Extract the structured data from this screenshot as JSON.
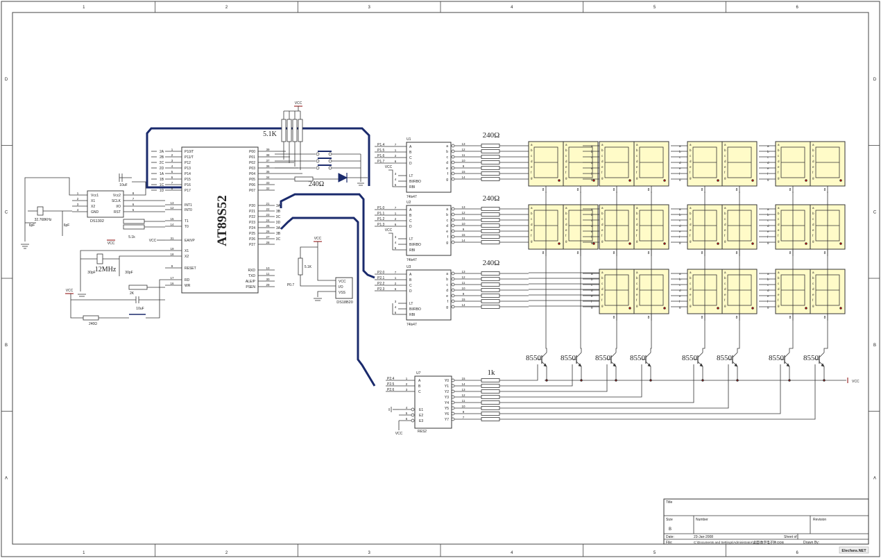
{
  "sheet": {
    "col_labels": [
      "1",
      "2",
      "3",
      "4",
      "5",
      "6"
    ],
    "row_labels": [
      "D",
      "C",
      "B",
      "A"
    ]
  },
  "mcu": {
    "part": "AT89S52",
    "left_pins": [
      {
        "num": "1",
        "name": "P10/T"
      },
      {
        "num": "2",
        "name": "P11/T"
      },
      {
        "num": "3",
        "name": "P12"
      },
      {
        "num": "4",
        "name": "P13"
      },
      {
        "num": "5",
        "name": "P14"
      },
      {
        "num": "6",
        "name": "P15"
      },
      {
        "num": "7",
        "name": "P16"
      },
      {
        "num": "8",
        "name": "P17"
      },
      {
        "num": "13",
        "name": "INT1"
      },
      {
        "num": "12",
        "name": "INT0"
      },
      {
        "num": "15",
        "name": "T1"
      },
      {
        "num": "14",
        "name": "T0"
      },
      {
        "num": "31",
        "name": "EA/VP"
      },
      {
        "num": "19",
        "name": "X1"
      },
      {
        "num": "18",
        "name": "X2"
      },
      {
        "num": "9",
        "name": "RESET"
      },
      {
        "num": "17",
        "name": "RD"
      },
      {
        "num": "16",
        "name": "WR"
      }
    ],
    "right_pins": [
      {
        "num": "39",
        "name": "P00"
      },
      {
        "num": "38",
        "name": "P01"
      },
      {
        "num": "37",
        "name": "P02"
      },
      {
        "num": "36",
        "name": "P03"
      },
      {
        "num": "35",
        "name": "P04"
      },
      {
        "num": "34",
        "name": "P05"
      },
      {
        "num": "33",
        "name": "P06"
      },
      {
        "num": "32",
        "name": "P07"
      },
      {
        "num": "21",
        "name": "P20"
      },
      {
        "num": "22",
        "name": "P21"
      },
      {
        "num": "23",
        "name": "P22"
      },
      {
        "num": "24",
        "name": "P23"
      },
      {
        "num": "25",
        "name": "P24"
      },
      {
        "num": "26",
        "name": "P25"
      },
      {
        "num": "27",
        "name": "P26"
      },
      {
        "num": "28",
        "name": "P27"
      },
      {
        "num": "10",
        "name": "RXD"
      },
      {
        "num": "11",
        "name": "TXD"
      },
      {
        "num": "30",
        "name": "ALE/P"
      },
      {
        "num": "29",
        "name": "PSEN"
      }
    ],
    "left_nets": [
      "2A",
      "2B",
      "2C",
      "2D",
      "1A",
      "1B",
      "1C",
      "1D"
    ],
    "right_nets": [
      "3A",
      "3B",
      "3C",
      "3D",
      "3A",
      "3B",
      "3C"
    ]
  },
  "rtc": {
    "ref": "DS1302",
    "pins_left": [
      {
        "num": "1",
        "name": "Vcc1"
      },
      {
        "num": "2",
        "name": "X1"
      },
      {
        "num": "3",
        "name": "X2"
      },
      {
        "num": "4",
        "name": "GND"
      }
    ],
    "pins_right": [
      {
        "num": "8",
        "name": "Vcc2"
      },
      {
        "num": "7",
        "name": "SCLK"
      },
      {
        "num": "6",
        "name": "I/O"
      },
      {
        "num": "5",
        "name": "RST"
      }
    ],
    "crystal": "32.768KHz",
    "cap": "10uF",
    "cap_left": "6pF",
    "cap_right": "6pF"
  },
  "osc": {
    "crystal": "12MHz",
    "cap1": "30pF",
    "cap2": "30pF"
  },
  "reset": {
    "r1": "2K",
    "cap": "10uF",
    "r2": "240Ω"
  },
  "rpack": {
    "value": "5.1K",
    "r_small": "5.1k"
  },
  "led_res": "240Ω",
  "vcc": "VCC",
  "temp": {
    "ref": "DS18B20",
    "pins": [
      "VCC",
      "I/O",
      "VSS"
    ],
    "res": "5.1K",
    "net": "P0.7"
  },
  "decoders": [
    {
      "ref": "U1",
      "part": "74ls47",
      "in": [
        "P1.4",
        "P1.5",
        "P1.6",
        "P1.7"
      ],
      "res": "240Ω"
    },
    {
      "ref": "U2",
      "part": "74ls47",
      "in": [
        "P1.0",
        "P1.1",
        "P1.2",
        "P1.3"
      ],
      "res": "240Ω"
    },
    {
      "ref": "U3",
      "part": "74ls47",
      "in": [
        "P2.0",
        "P2.1",
        "P2.2",
        "P2.3"
      ],
      "res": "240Ω"
    }
  ],
  "bcd": {
    "in_pins": [
      {
        "num": "7",
        "name": "A"
      },
      {
        "num": "1",
        "name": "B"
      },
      {
        "num": "2",
        "name": "C"
      },
      {
        "num": "6",
        "name": "D"
      }
    ],
    "ctl_pins": [
      {
        "num": "3",
        "name": "LT"
      },
      {
        "num": "4",
        "name": "BI/RBO"
      },
      {
        "num": "5",
        "name": "RBI"
      }
    ],
    "out_pins": [
      {
        "num": "13",
        "name": "a"
      },
      {
        "num": "12",
        "name": "b"
      },
      {
        "num": "11",
        "name": "c"
      },
      {
        "num": "10",
        "name": "d"
      },
      {
        "num": "9",
        "name": "e"
      },
      {
        "num": "15",
        "name": "f"
      },
      {
        "num": "14",
        "name": "g"
      }
    ]
  },
  "seg_letters": [
    "a",
    "b",
    "c",
    "d",
    "e",
    "f",
    "g"
  ],
  "seg_common": "8",
  "u7": {
    "ref": "U7",
    "part": "RES2",
    "in": [
      {
        "net": "P2.4",
        "num": "1",
        "name": "A"
      },
      {
        "net": "P2.5",
        "num": "2",
        "name": "B"
      },
      {
        "net": "P2.6",
        "num": "3",
        "name": "C"
      }
    ],
    "en": [
      {
        "num": "4",
        "name": "E1"
      },
      {
        "num": "5",
        "name": "E2"
      },
      {
        "num": "6",
        "name": "E3"
      }
    ],
    "out": [
      {
        "num": "15",
        "name": "Y0"
      },
      {
        "num": "14",
        "name": "Y1"
      },
      {
        "num": "13",
        "name": "Y2"
      },
      {
        "num": "12",
        "name": "Y3"
      },
      {
        "num": "11",
        "name": "Y4"
      },
      {
        "num": "10",
        "name": "Y5"
      },
      {
        "num": "9",
        "name": "Y6"
      },
      {
        "num": "7",
        "name": "Y7"
      }
    ],
    "res": "1k"
  },
  "transistor": "8550",
  "title_block": {
    "title_label": "Title",
    "size_label": "Size",
    "size_value": "B",
    "number_label": "Number",
    "revision_label": "Revision",
    "date_label": "Date:",
    "date_value": "23-Jan-2008",
    "sheet_label": "Sheet    of",
    "file_label": "File:",
    "file_value": "C:\\Documents and Settings\\Administrator\\桌面\\数字电子钟.DDB",
    "drawn_label": "Drawn By:",
    "watermark": "Elecfans.NET"
  }
}
